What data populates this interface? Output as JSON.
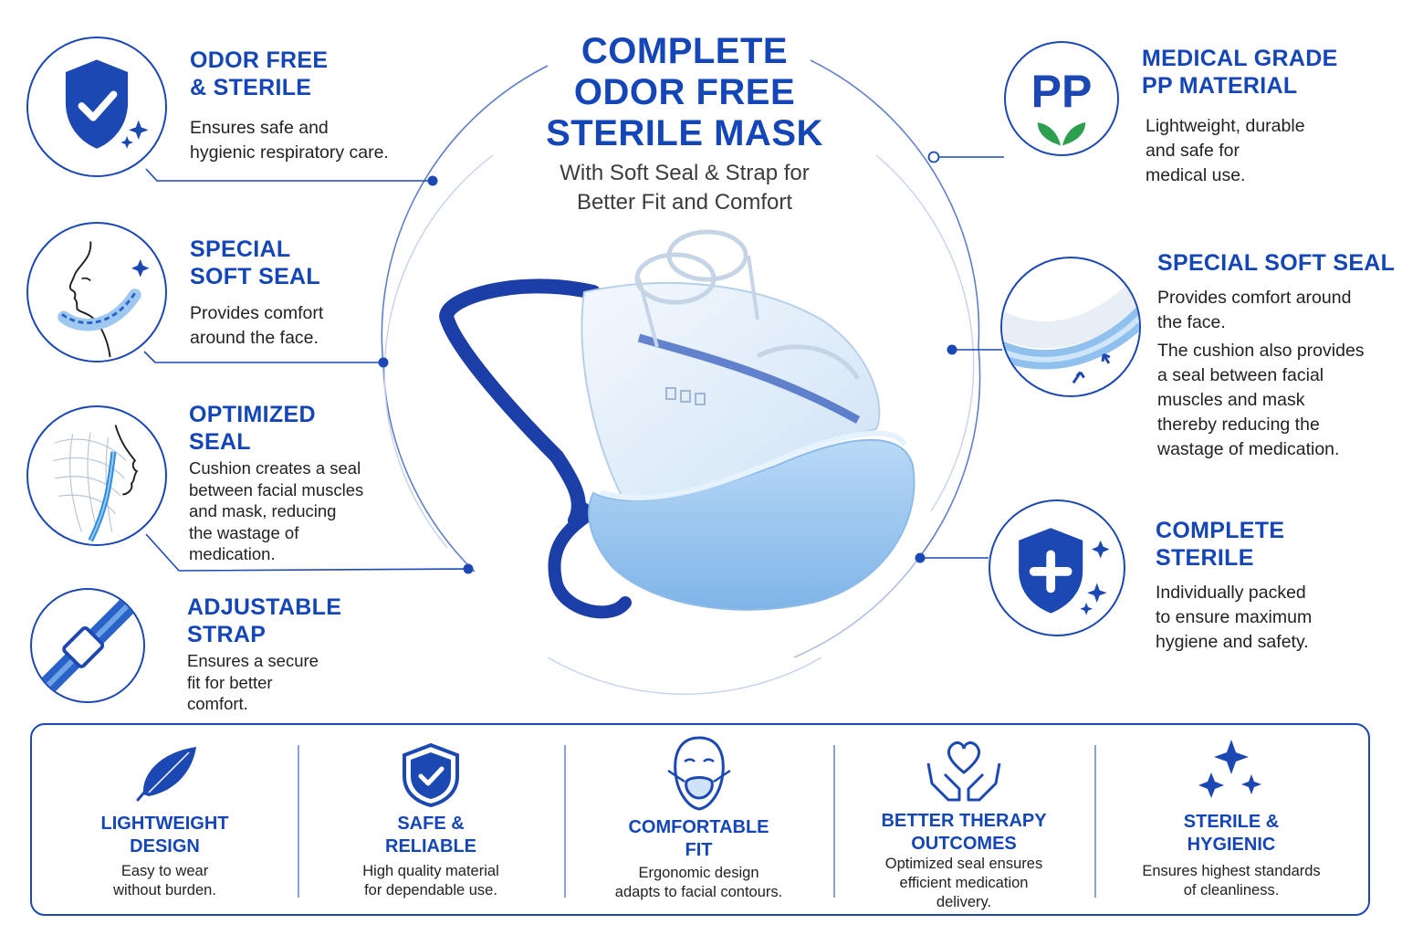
{
  "header": {
    "title_lines": [
      "COMPLETE",
      "ODOR FREE",
      "STERILE MASK"
    ],
    "subtitle_lines": [
      "With Soft Seal & Strap for",
      "Better Fit and Comfort"
    ]
  },
  "left_features": [
    {
      "title_lines": [
        "ODOR FREE",
        "& STERILE"
      ],
      "desc_lines": [
        "Ensures safe and",
        "hygienic respiratory care."
      ],
      "icon": "shield-check-icon"
    },
    {
      "title_lines": [
        "SPECIAL",
        "SOFT SEAL"
      ],
      "desc_lines": [
        "Provides comfort",
        "around the face."
      ],
      "icon": "face-seal-icon"
    },
    {
      "title_lines": [
        "OPTIMIZED",
        "SEAL"
      ],
      "desc_lines": [
        "Cushion creates a seal",
        "between facial muscles",
        "and mask, reducing",
        "the wastage of",
        "medication."
      ],
      "icon": "face-mesh-icon"
    },
    {
      "title_lines": [
        "ADJUSTABLE",
        "STRAP"
      ],
      "desc_lines": [
        "Ensures a secure",
        "fit for better",
        "comfort."
      ],
      "icon": "strap-buckle-icon"
    }
  ],
  "right_features": [
    {
      "title_lines": [
        "MEDICAL GRADE",
        "PP MATERIAL"
      ],
      "desc_lines": [
        "Lightweight, durable",
        "and safe for",
        "medical use."
      ],
      "icon": "pp-leaf-icon",
      "icon_text": "PP"
    },
    {
      "title_lines": [
        "SPECIAL SOFT SEAL"
      ],
      "desc_lines": [
        "Provides comfort around",
        "the face.",
        "The cushion also provides",
        "a seal between facial",
        "muscles and mask",
        "thereby reducing the",
        "wastage of medication."
      ],
      "icon": "soft-seal-closeup-icon"
    },
    {
      "title_lines": [
        "COMPLETE",
        "STERILE"
      ],
      "desc_lines": [
        "Individually packed",
        "to ensure maximum",
        "hygiene and safety."
      ],
      "icon": "shield-cross-icon"
    }
  ],
  "bottom_features": [
    {
      "title_lines": [
        "LIGHTWEIGHT",
        "DESIGN"
      ],
      "desc_lines": [
        "Easy to wear",
        "without burden."
      ],
      "icon": "feather-icon"
    },
    {
      "title_lines": [
        "SAFE &",
        "RELIABLE"
      ],
      "desc_lines": [
        "High quality material",
        "for dependable use."
      ],
      "icon": "shield-check-icon"
    },
    {
      "title_lines": [
        "COMFORTABLE",
        "FIT"
      ],
      "desc_lines": [
        "Ergonomic design",
        "adapts to facial contours."
      ],
      "icon": "face-mask-icon"
    },
    {
      "title_lines": [
        "BETTER THERAPY",
        "OUTCOMES"
      ],
      "desc_lines": [
        "Optimized seal ensures",
        "efficient medication",
        "delivery."
      ],
      "icon": "hands-heart-icon"
    },
    {
      "title_lines": [
        "STERILE &",
        "HYGIENIC"
      ],
      "desc_lines": [
        "Ensures highest standards",
        "of cleanliness."
      ],
      "icon": "sparkles-icon"
    }
  ],
  "colors": {
    "brand_blue": "#1446b8",
    "light_blue": "#9ec8f0",
    "green": "#2e9e4f",
    "strap_blue": "#1b3fa6"
  }
}
